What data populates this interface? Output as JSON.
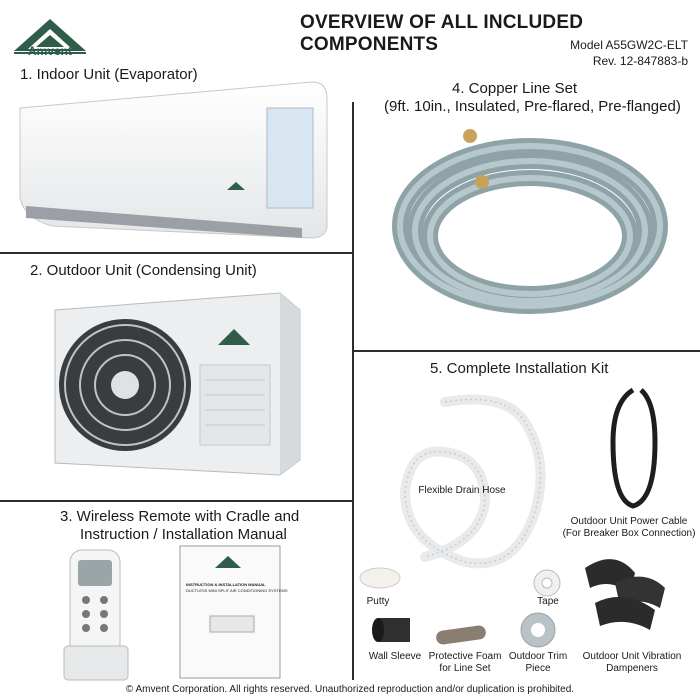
{
  "brand": {
    "name": "Amvent",
    "color": "#2f5d4a"
  },
  "header": {
    "title": "OVERVIEW OF ALL INCLUDED COMPONENTS",
    "model": "Model A55GW2C-ELT",
    "revision": "Rev. 12-847883-b"
  },
  "sections": {
    "indoor": {
      "label": "1. Indoor Unit (Evaporator)"
    },
    "outdoor": {
      "label": "2. Outdoor Unit (Condensing Unit)"
    },
    "remote": {
      "line1": "3. Wireless Remote with Cradle and",
      "line2": "Instruction / Installation Manual"
    },
    "copper": {
      "line1": "4. Copper Line Set",
      "line2": "(9ft. 10in., Insulated, Pre-flared, Pre-flanged)"
    },
    "kit": {
      "label": "5. Complete Installation Kit"
    }
  },
  "kit_items": {
    "drain_hose": "Flexible Drain Hose",
    "power_cable_line1": "Outdoor Unit Power Cable",
    "power_cable_line2": "(For Breaker Box Connection)",
    "putty": "Putty",
    "tape": "Tape",
    "wall_sleeve": "Wall Sleeve",
    "foam_line1": "Protective Foam",
    "foam_line2": "for Line Set",
    "trim_line1": "Outdoor Trim",
    "trim_line2": "Piece",
    "vib_line1": "Outdoor Unit Vibration",
    "vib_line2": "Dampeners"
  },
  "manual": {
    "title_line1": "INSTRUCTION & INSTALLATION MANUAL",
    "title_line2": "DUCTLESS MINI SPLIT AIR CONDITIONING SYSTEMS"
  },
  "footer": "© Amvent Corporation. All rights reserved. Unauthorized reproduction and/or duplication is prohibited."
}
